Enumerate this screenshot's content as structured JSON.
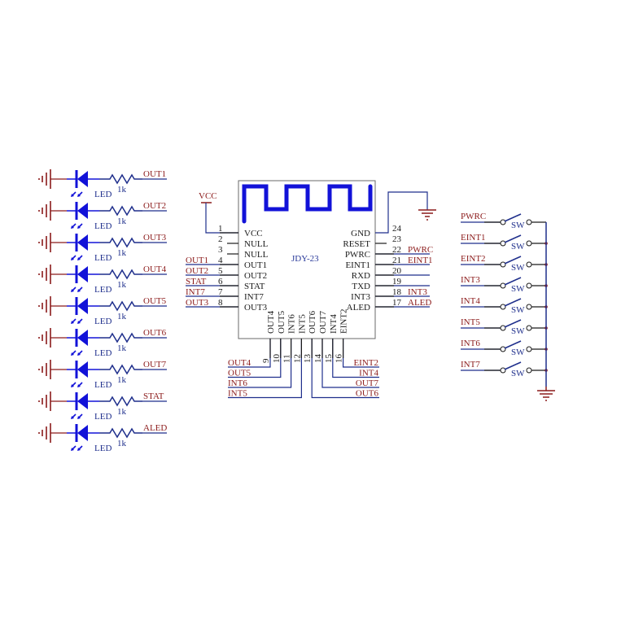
{
  "colors": {
    "wire": "#1f2f8c",
    "net_label": "#8b1a1a",
    "led": "#1212d8",
    "ground": "#8b1a1a",
    "chip_outline": "#6a6a6a",
    "antenna": "#1212d8",
    "pin_line": "#1a1a1a"
  },
  "led_column": {
    "component_label": "LED",
    "resistor_value": "1k",
    "rows": [
      {
        "net": "OUT1"
      },
      {
        "net": "OUT2"
      },
      {
        "net": "OUT3"
      },
      {
        "net": "OUT4"
      },
      {
        "net": "OUT5"
      },
      {
        "net": "OUT6"
      },
      {
        "net": "OUT7"
      },
      {
        "net": "STAT"
      },
      {
        "net": "ALED"
      }
    ]
  },
  "module": {
    "name": "JDY-23",
    "power_label": "VCC",
    "left_pins": [
      {
        "num": "1",
        "name": "VCC",
        "net": ""
      },
      {
        "num": "2",
        "name": "NULL",
        "net": ""
      },
      {
        "num": "3",
        "name": "NULL",
        "net": ""
      },
      {
        "num": "4",
        "name": "OUT1",
        "net": "OUT1"
      },
      {
        "num": "5",
        "name": "OUT2",
        "net": "OUT2"
      },
      {
        "num": "6",
        "name": "STAT",
        "net": "STAT"
      },
      {
        "num": "7",
        "name": "INT7",
        "net": "INT7"
      },
      {
        "num": "8",
        "name": "OUT3",
        "net": "OUT3"
      }
    ],
    "right_pins": [
      {
        "num": "24",
        "name": "GND",
        "net": ""
      },
      {
        "num": "23",
        "name": "RESET",
        "net": ""
      },
      {
        "num": "22",
        "name": "PWRC",
        "net": "PWRC"
      },
      {
        "num": "21",
        "name": "EINT1",
        "net": "EINT1"
      },
      {
        "num": "20",
        "name": "RXD",
        "net": ""
      },
      {
        "num": "19",
        "name": "TXD",
        "net": ""
      },
      {
        "num": "18",
        "name": "INT3",
        "net": "INT3"
      },
      {
        "num": "17",
        "name": "ALED",
        "net": "ALED"
      }
    ],
    "bottom_pins": [
      {
        "num": "9",
        "name": "OUT4",
        "net": "OUT4"
      },
      {
        "num": "10",
        "name": "OUT5",
        "net": "OUT5"
      },
      {
        "num": "11",
        "name": "INT6",
        "net": "INT6"
      },
      {
        "num": "12",
        "name": "INT5",
        "net": "INT5"
      },
      {
        "num": "13",
        "name": "OUT6",
        "net": "OUT6"
      },
      {
        "num": "14",
        "name": "OUT7",
        "net": "OUT7"
      },
      {
        "num": "15",
        "name": "INT4",
        "net": "INT4"
      },
      {
        "num": "16",
        "name": "EINT2",
        "net": "EINT2"
      }
    ]
  },
  "switch_column": {
    "component_label": "SW",
    "rows": [
      {
        "net": "PWRC"
      },
      {
        "net": "EINT1"
      },
      {
        "net": "EINT2"
      },
      {
        "net": "INT3"
      },
      {
        "net": "INT4"
      },
      {
        "net": "INT5"
      },
      {
        "net": "INT6"
      },
      {
        "net": "INT7"
      }
    ]
  }
}
